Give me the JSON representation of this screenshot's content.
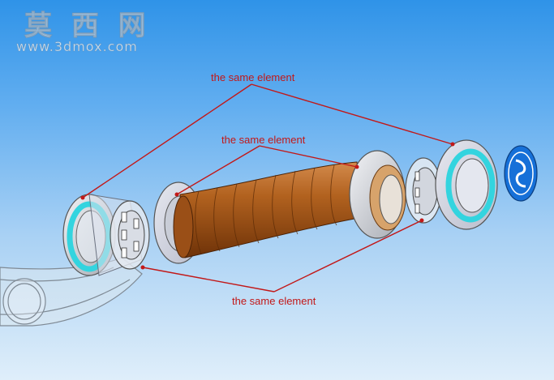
{
  "watermark": {
    "chinese": "莫 西 网",
    "url": "www.3dmox.com"
  },
  "annotations": [
    "the same element",
    "the same element",
    "the same element"
  ],
  "colors": {
    "leader_line": "#c21818",
    "cyan_ring": "#2fd6e0",
    "grip": "#a4541a",
    "cap": "#1670d8"
  }
}
